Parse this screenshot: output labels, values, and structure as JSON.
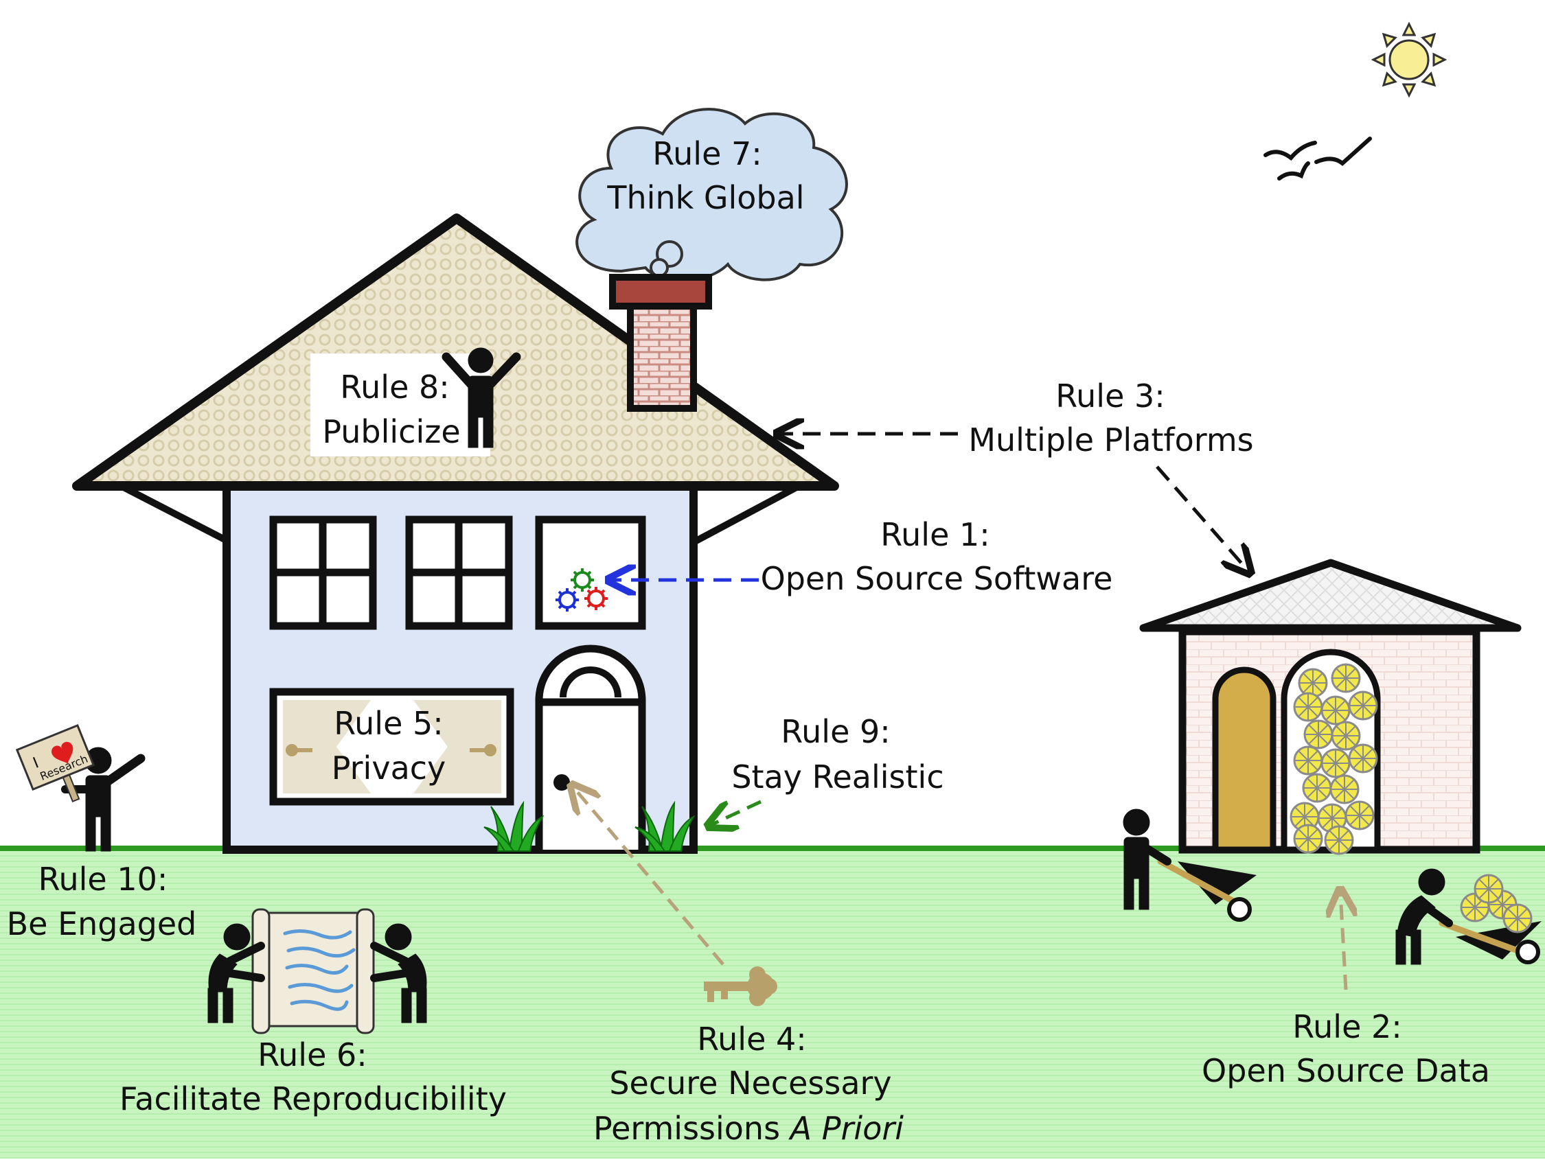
{
  "rules": {
    "r1": {
      "line1": "Rule 1:",
      "line2": "Open Source Software"
    },
    "r2": {
      "line1": "Rule 2:",
      "line2": "Open Source Data"
    },
    "r3": {
      "line1": "Rule 3:",
      "line2": "Multiple Platforms"
    },
    "r4": {
      "line1": "Rule 4:",
      "line2": "Secure Necessary",
      "line3_prefix": "Permissions ",
      "line3_italic": "A Priori"
    },
    "r5": {
      "line1": "Rule 5:",
      "line2": "Privacy"
    },
    "r6": {
      "line1": "Rule 6:",
      "line2": "Facilitate Reproducibility"
    },
    "r7": {
      "line1": "Rule 7:",
      "line2": "Think Global"
    },
    "r8": {
      "line1": "Rule 8:",
      "line2": "Publicize"
    },
    "r9": {
      "line1": "Rule 9:",
      "line2": "Stay Realistic"
    },
    "r10": {
      "line1": "Rule 10:",
      "line2": "Be Engaged"
    }
  },
  "sign": {
    "line1": "I",
    "line2": "Research"
  },
  "colors": {
    "ground": "#c6f5bf",
    "ground_line": "#2f9a22",
    "house_wall": "#dde6f6",
    "roof": "#ece6cf",
    "cloud": "#cfe0f2",
    "brick": "#c98b82",
    "key": "#b8a06a",
    "arrow_black": "#111111",
    "arrow_blue": "#2233dd",
    "arrow_green": "#2a8a1a",
    "arrow_tan": "#b8a27a",
    "door_gold": "#d3ad4a",
    "sun": "#f7ee96",
    "gear_green": "#1e8a1e",
    "gear_blue": "#1d2fd6",
    "gear_red": "#e01d1d"
  },
  "icons": [
    "sun-icon",
    "birds-icon",
    "cloud-icon",
    "gear-icon",
    "key-icon",
    "heart-icon",
    "wheelbarrow-icon",
    "grass-icon",
    "scroll-icon",
    "person-icon"
  ]
}
